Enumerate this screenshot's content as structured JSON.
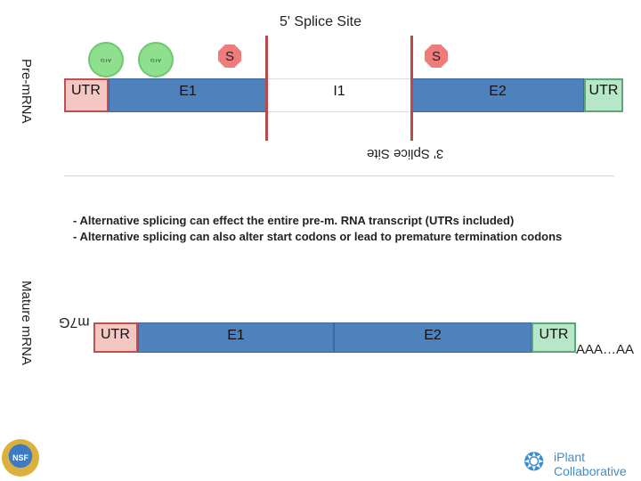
{
  "title": "5' Splice Site",
  "pre_label": "Pre-mRNA",
  "mature_label": "Mature mRNA",
  "start_codon_label": "ATG",
  "stop_marker": "S",
  "splice3_label": "3' Splice Site",
  "pre": {
    "utr_left": "UTR",
    "e1": "E1",
    "i1": "I1",
    "e2": "E2",
    "utr_right": "UTR"
  },
  "notes": [
    "- Alternative splicing can effect the entire pre-m. RNA transcript (UTRs included)",
    "- Alternative splicing can also alter start codons or lead to premature termination codons"
  ],
  "mature": {
    "cap": "m7G",
    "utr_left": "UTR",
    "e1": "E1",
    "e2": "E2",
    "utr_right": "UTR",
    "polya": "AAA…AA"
  },
  "logos": {
    "nsf": "NSF",
    "iplant_line1": "iPlant",
    "iplant_line2": "Collaborative"
  },
  "colors": {
    "exon": "#4f81bd",
    "utr_left": "#f4c7c3",
    "utr_right": "#b8e6c8",
    "splice_line": "#b94a48",
    "start_codon": "#8ee08e",
    "stop_marker": "#ef7b7b"
  }
}
